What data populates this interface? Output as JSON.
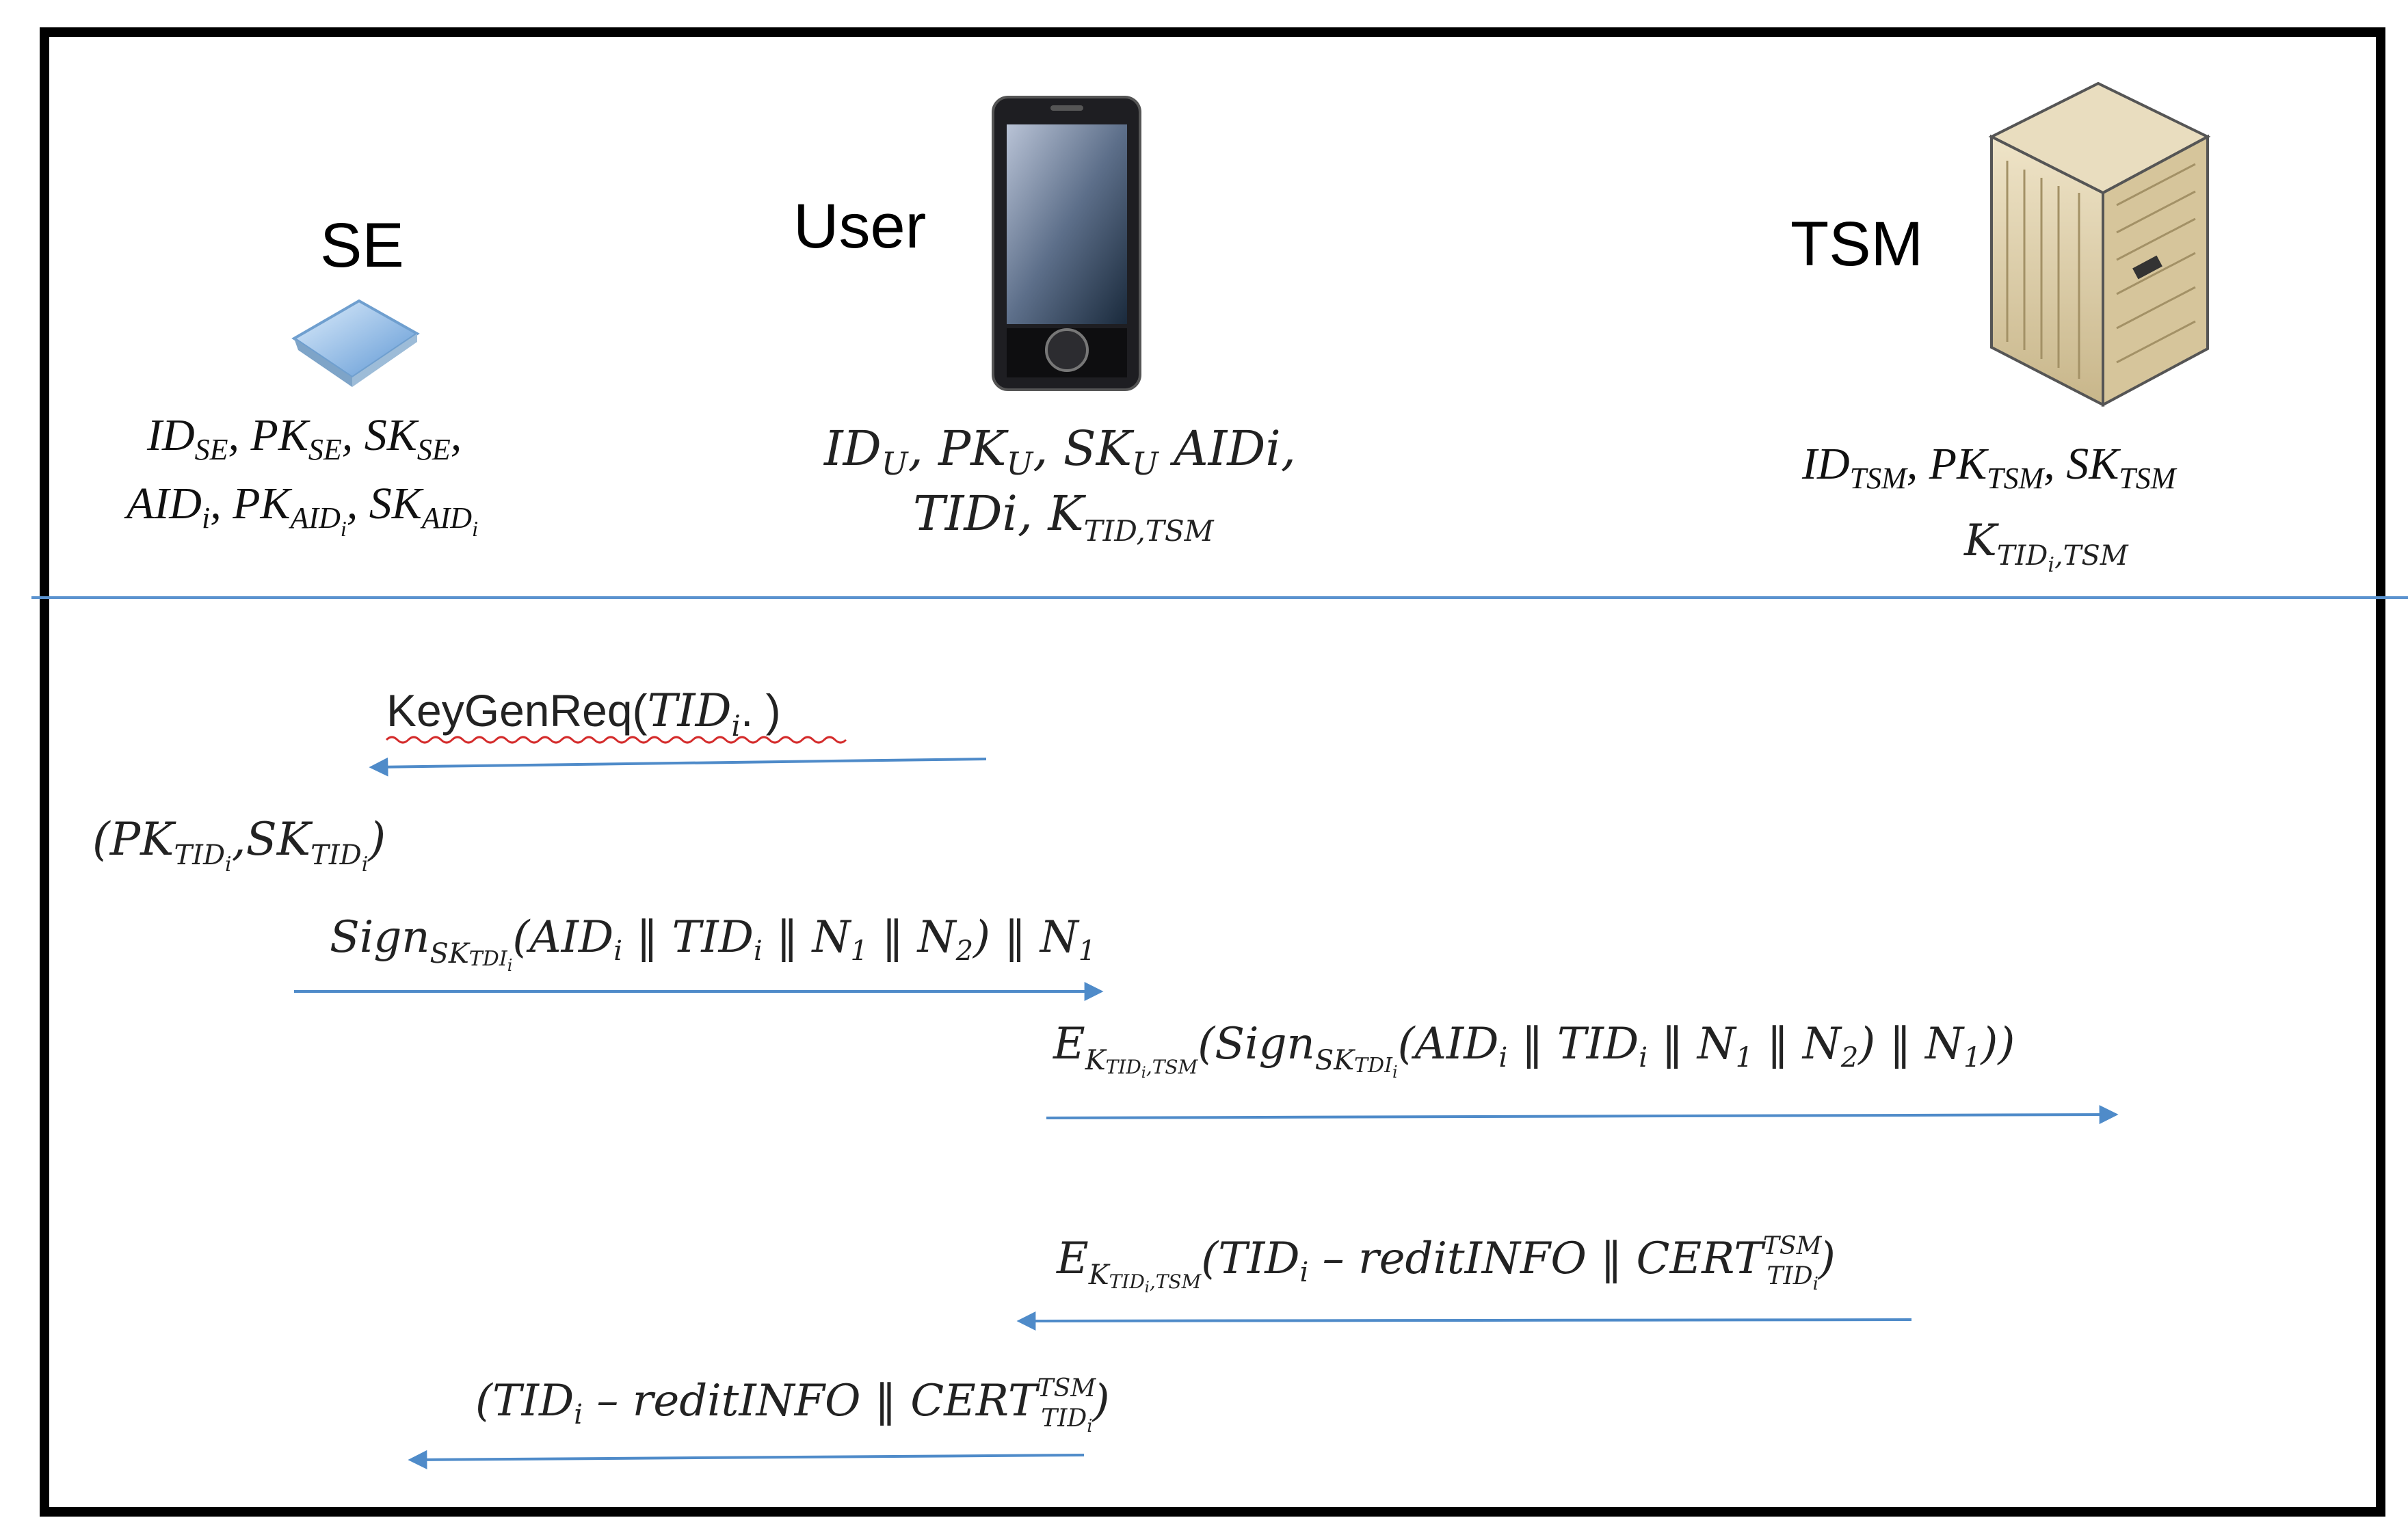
{
  "entities": {
    "se": {
      "label": "SE",
      "line1": {
        "id": "ID",
        "id_sub": "SE",
        "pk": "PK",
        "pk_sub": "SE",
        "sk": "SK",
        "sk_sub": "SE"
      },
      "line2": {
        "aid": "AID",
        "aid_sub": "i",
        "pk": "PK",
        "pk_sub": "AID",
        "pk_subsub": "i",
        "sk": "SK",
        "sk_sub": "AID",
        "sk_subsub": "i"
      }
    },
    "user": {
      "label": "User",
      "line1": {
        "id": "ID",
        "id_sub": "U",
        "pk": "PK",
        "pk_sub": "U",
        "sk": "SK",
        "sk_sub": "U",
        "aid": "AIDi,"
      },
      "line2": {
        "tid": "TIDi,",
        "k": "K",
        "k_sub": "TID,TSM"
      }
    },
    "tsm": {
      "label": "TSM",
      "line1": {
        "id": "ID",
        "id_sub": "TSM",
        "pk": "PK",
        "pk_sub": "TSM",
        "sk": "SK",
        "sk_sub": "TSM"
      },
      "line2": {
        "k": "K",
        "k_sub": "TID",
        "k_subsub": "i",
        "k_sub2": ",TSM"
      }
    }
  },
  "messages": {
    "m1": {
      "name": "KeyGenReq(",
      "arg": "TID",
      "arg_sub": "i",
      "close": ". )"
    },
    "m2": {
      "open": "(PK",
      "pk_sub": "TID",
      "pk_subsub": "i",
      "mid": ",SK",
      "sk_sub": "TID",
      "sk_subsub": "i",
      "close": ")"
    },
    "m3": {
      "sign": "Sign",
      "sign_sub": "SK",
      "sign_subsub": "TDI",
      "sign_subsubsub": "i",
      "body": "(AID",
      "body_sub": "i",
      "body2": " ‖ TID",
      "body2_sub": "i",
      "body3": " ‖ N",
      "n1_sub": "1",
      "body4": " ‖ N",
      "n2_sub": "2",
      "body5": ") ‖ N",
      "n3_sub": "1"
    },
    "m4": {
      "e": "E",
      "e_sub": "K",
      "e_subsub": "TID",
      "e_subsubsub": "i",
      "e_sub2": ",TSM",
      "sign": "(Sign",
      "sign_sub": "SK",
      "sign_subsub": "TDI",
      "sign_subsubsub": "i",
      "body": "(AID",
      "body_sub": "i",
      "body2": " ‖ TID",
      "body2_sub": "i",
      "body3": " ‖ N",
      "n1_sub": "1",
      "body4": " ‖ N",
      "n2_sub": "2",
      "body5": ") ‖ N",
      "n3_sub": "1",
      "close": "))"
    },
    "m5": {
      "e": "E",
      "e_sub": "K",
      "e_subsub": "TID",
      "e_subsubsub": "i",
      "e_sub2": ",TSM",
      "body": "(TID",
      "body_sub": "i",
      "body2": " – reditINFO ‖ CERT",
      "cert_sup": "TSM",
      "cert_sub": "TID",
      "cert_subsub": "i",
      "close": ")"
    },
    "m6": {
      "body": "(TID",
      "body_sub": "i",
      "body2": " – reditINFO ‖ CERT",
      "cert_sup": "TSM",
      "cert_sub": "TID",
      "cert_subsub": "i",
      "close": ")"
    }
  },
  "colors": {
    "arrow": "#4f8bc9",
    "divider": "#5b93cf",
    "frame": "#000000"
  }
}
